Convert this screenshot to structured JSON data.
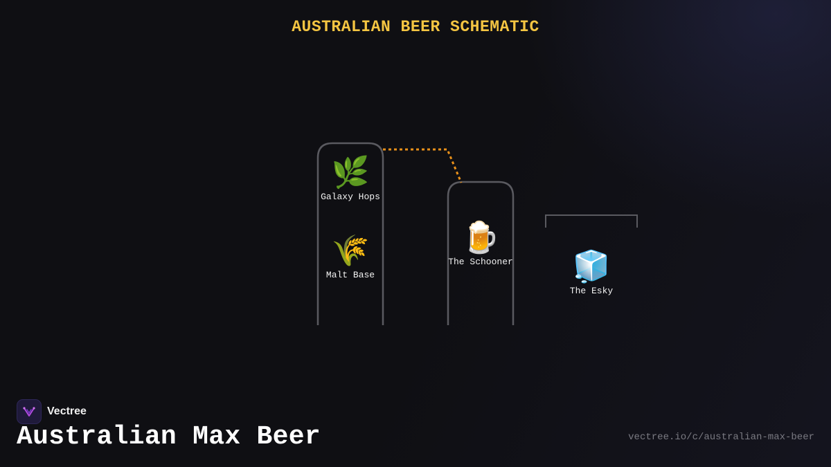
{
  "diagram": {
    "title": "AUSTRALIAN BEER SCHEMATIC",
    "nodes": [
      {
        "id": "galaxy-hops",
        "label": "Galaxy Hops",
        "icon": "herb-icon",
        "glyph": "🌿"
      },
      {
        "id": "malt-base",
        "label": "Malt Base",
        "icon": "wheat-icon",
        "glyph": "🌾"
      },
      {
        "id": "the-schooner",
        "label": "The Schooner",
        "icon": "beer-mug-icon",
        "glyph": "🍺"
      },
      {
        "id": "the-esky",
        "label": "The Esky",
        "icon": "ice-cube-icon",
        "glyph": "🧊"
      }
    ],
    "edges": [
      {
        "from": "galaxy-hops",
        "to": "the-schooner",
        "style": "dotted",
        "color": "#e8901a"
      }
    ],
    "colors": {
      "title": "#f4c542",
      "vessel_stroke": "#5a5a60",
      "connector": "#e8901a"
    }
  },
  "footer": {
    "brand_name": "Vectree",
    "page_title": "Australian Max Beer",
    "url": "vectree.io/c/australian-max-beer"
  }
}
